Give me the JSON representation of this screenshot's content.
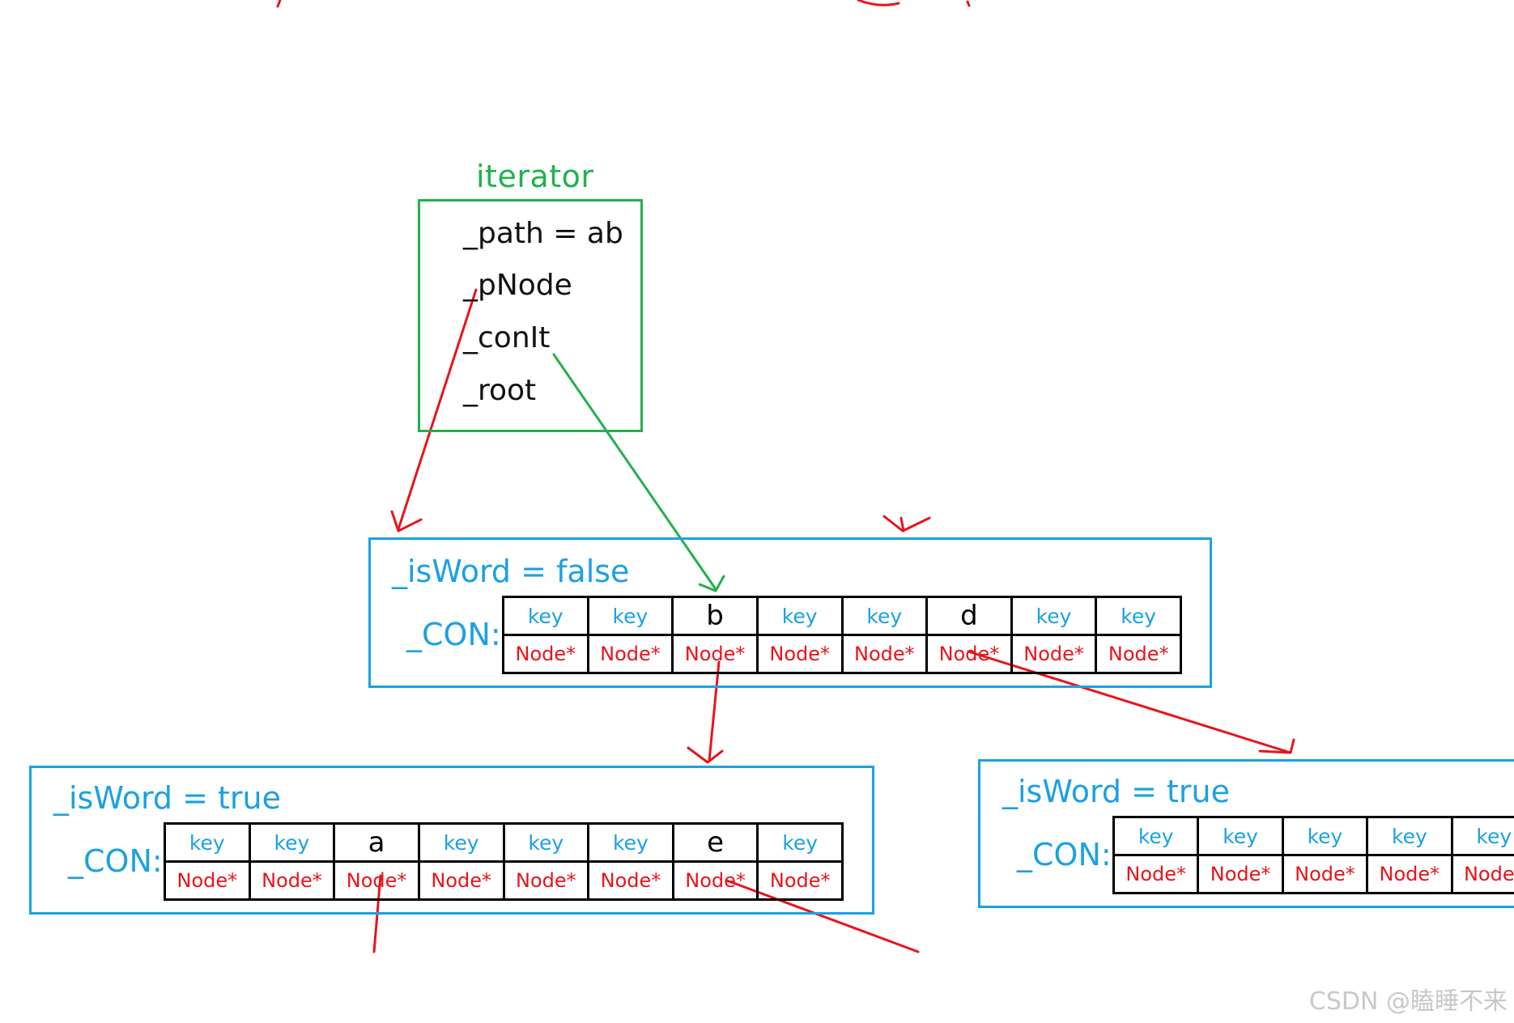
{
  "iterator": {
    "title": "iterator",
    "fields": [
      "_path = ab",
      "_pNode",
      "_conIt",
      "_root"
    ]
  },
  "nodes": [
    {
      "isword": "_isWord = false",
      "con_label": "_CON:",
      "keys": [
        "key",
        "key",
        "b",
        "key",
        "key",
        "d",
        "key",
        "key"
      ],
      "ptrs": [
        "Node*",
        "Node*",
        "Node*",
        "Node*",
        "Node*",
        "Node*",
        "Node*",
        "Node*"
      ]
    },
    {
      "isword": "_isWord = true",
      "con_label": "_CON:",
      "keys": [
        "key",
        "key",
        "a",
        "key",
        "key",
        "key",
        "e",
        "key"
      ],
      "ptrs": [
        "Node*",
        "Node*",
        "Node*",
        "Node*",
        "Node*",
        "Node*",
        "Node*",
        "Node*"
      ]
    },
    {
      "isword": "_isWord = true",
      "con_label": "_CON:",
      "keys": [
        "key",
        "key",
        "key",
        "key",
        "key"
      ],
      "ptrs": [
        "Node*",
        "Node*",
        "Node*",
        "Node*",
        "Node*"
      ]
    }
  ],
  "watermark": "CSDN @瞌睡不来",
  "colors": {
    "iterator": "#22b14c",
    "node": "#1ba1e2",
    "pointer": "#e8141b",
    "text": "#111111"
  }
}
